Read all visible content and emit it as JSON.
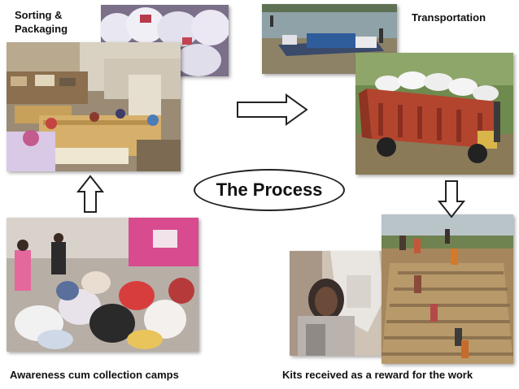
{
  "labels": {
    "sorting": "Sorting &",
    "packaging": "Packaging",
    "transportation": "Transportation",
    "camps": "Awareness cum collection camps",
    "kits": "Kits received as a reward for the work"
  },
  "center": {
    "title": "The Process"
  },
  "icons": {
    "arrow_right": "right-arrow-icon",
    "arrow_down": "down-arrow-icon",
    "arrow_up": "up-arrow-icon"
  },
  "colors": {
    "arrow_stroke": "#222222",
    "oval_stroke": "#222222"
  }
}
